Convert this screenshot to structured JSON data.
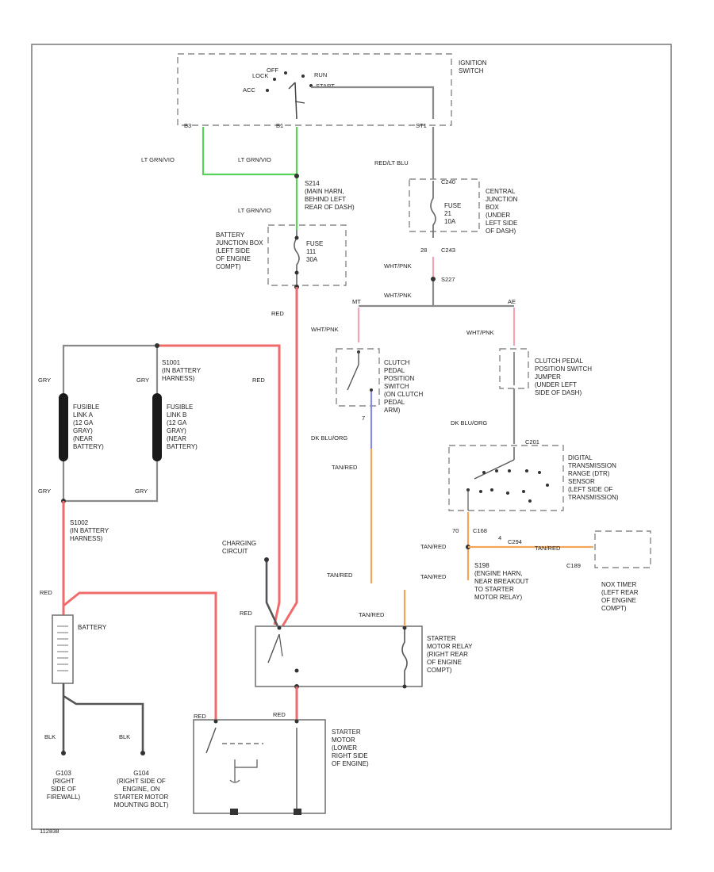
{
  "colors": {
    "red": "#f26b6b",
    "green": "#57d35a",
    "orange": "#f3a55a",
    "pink": "#f4a3b5",
    "blue": "#8a8ae0",
    "gray": "#8a8a8a",
    "dark": "#555555"
  },
  "ignition": {
    "pos_lock": "LOCK",
    "pos_off": "OFF",
    "pos_acc": "ACC",
    "pos_run": "RUN",
    "pos_start": "START",
    "title": [
      "IGNITION",
      "SWITCH"
    ],
    "pin_b3": "B3",
    "pin_b1": "B1",
    "pin_s": "ST1"
  },
  "wires": {
    "lt_grn_1": "LT GRN/VIO",
    "lt_grn_2": "LT GRN/VIO",
    "lt_grn_3": "LT GRN/VIO",
    "red_blu": "RED/LT BLU",
    "red_1": "RED",
    "red_2": "RED",
    "red_3": "RED",
    "red_4": "RED",
    "red_5": "RED",
    "red_6": "RED",
    "gry_1": "GRY",
    "gry_2": "GRY",
    "gry_3": "GRY",
    "gry_4": "GRY",
    "wht_pnk_1": "WHT/PNK",
    "wht_pnk_2": "WHT/PNK",
    "wht_pnk_3": "WHT/PNK",
    "wht_pnk_4": "WHT/PNK",
    "dk_blu_1": "DK BLU/ORG",
    "dk_blu_2": "DK BLU/ORG",
    "tan_red_1": "TAN/RED",
    "tan_red_2": "TAN/RED",
    "tan_red_3": "TAN/RED",
    "tan_red_4": "TAN/RED",
    "tan_red_5": "TAN/RED",
    "tan_red_6": "TAN/RED",
    "blk_1": "BLK",
    "blk_2": "BLK"
  },
  "splice_s214": [
    "S214",
    "(MAIN HARN,",
    "BEHIND LEFT",
    "REAR OF DASH)"
  ],
  "battery_junction_box": [
    "BATTERY",
    "JUNCTION BOX",
    "(LEFT SIDE",
    "OF ENGINE",
    "COMPT)"
  ],
  "bjb_fuse": [
    "FUSE",
    "111",
    "30A"
  ],
  "central_junction_box": [
    "CENTRAL",
    "JUNCTION",
    "BOX",
    "(UNDER",
    "LEFT SIDE",
    "OF DASH)"
  ],
  "cjb_fuse": [
    "FUSE",
    "21",
    "10A"
  ],
  "connectors": {
    "c240": "C240",
    "c243": "C243",
    "n28": "28",
    "s227": "S227",
    "c201": "C201",
    "c294": "C294",
    "n70": "70",
    "c168": "C168",
    "c189": "C189",
    "n7": "7",
    "n4": "4"
  },
  "fusible_link_a": [
    "FUSIBLE",
    "LINK A",
    "(12 GA",
    "GRAY)",
    "(NEAR",
    "BATTERY)"
  ],
  "fusible_link_b": [
    "FUSIBLE",
    "LINK B",
    "(12 GA",
    "GRAY)",
    "(NEAR",
    "BATTERY)"
  ],
  "splice_s1001": [
    "S1001",
    "(IN BATTERY",
    "HARNESS)"
  ],
  "splice_s1002": [
    "S1002",
    "(IN BATTERY",
    "HARNESS)"
  ],
  "clutch_switch": [
    "CLUTCH",
    "PEDAL",
    "POSITION",
    "SWITCH",
    "(ON CLUTCH",
    "PEDAL",
    "ARM)"
  ],
  "clutch_jumper": [
    "CLUTCH PEDAL",
    "POSITION SWITCH",
    "JUMPER",
    "(UNDER LEFT",
    "SIDE OF DASH)"
  ],
  "dtr_sensor": [
    "DIGITAL",
    "TRANSMISSION",
    "RANGE (DTR)",
    "SENSOR",
    "(LEFT SIDE OF",
    "TRANSMISSION)"
  ],
  "splice_s198": [
    "S198",
    "(ENGINE HARN,",
    "NEAR BREAKOUT",
    "TO STARTER",
    "MOTOR RELAY)"
  ],
  "nox_timer": [
    "NOX TIMER",
    "(LEFT REAR",
    "OF ENGINE",
    "COMPT)"
  ],
  "charging_circ": [
    "CHARGING",
    "CIRCUIT"
  ],
  "battery": "BATTERY",
  "starter_relay": [
    "STARTER",
    "MOTOR RELAY",
    "(RIGHT REAR",
    "OF ENGINE",
    "COMPT)"
  ],
  "starter_motor": [
    "STARTER",
    "MOTOR",
    "(LOWER",
    "RIGHT SIDE",
    "OF ENGINE)"
  ],
  "ground_g103": [
    "G103",
    "(RIGHT",
    "SIDE OF",
    "FIREWALL)"
  ],
  "ground_g104": [
    "G104",
    "(RIGHT SIDE OF",
    "ENGINE, ON",
    "STARTER MOTOR",
    "MOUNTING BOLT)"
  ],
  "figure_id": "112838"
}
